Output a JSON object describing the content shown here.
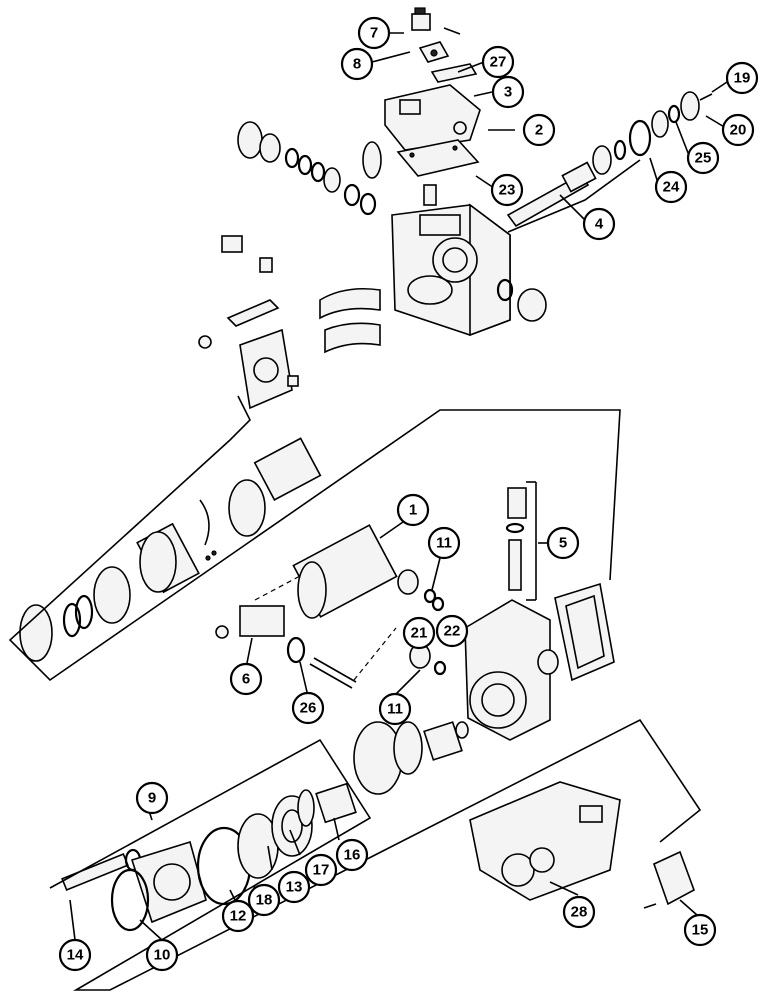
{
  "callouts": [
    {
      "id": "c1",
      "label": "1"
    },
    {
      "id": "c2",
      "label": "2"
    },
    {
      "id": "c3",
      "label": "3"
    },
    {
      "id": "c4",
      "label": "4"
    },
    {
      "id": "c5",
      "label": "5"
    },
    {
      "id": "c6",
      "label": "6"
    },
    {
      "id": "c7",
      "label": "7"
    },
    {
      "id": "c8",
      "label": "8"
    },
    {
      "id": "c9",
      "label": "9"
    },
    {
      "id": "c10",
      "label": "10"
    },
    {
      "id": "c11a",
      "label": "11"
    },
    {
      "id": "c11b",
      "label": "11"
    },
    {
      "id": "c12",
      "label": "12"
    },
    {
      "id": "c13",
      "label": "13"
    },
    {
      "id": "c14",
      "label": "14"
    },
    {
      "id": "c15",
      "label": "15"
    },
    {
      "id": "c16",
      "label": "16"
    },
    {
      "id": "c17",
      "label": "17"
    },
    {
      "id": "c18",
      "label": "18"
    },
    {
      "id": "c19",
      "label": "19"
    },
    {
      "id": "c20",
      "label": "20"
    },
    {
      "id": "c21",
      "label": "21"
    },
    {
      "id": "c22",
      "label": "22"
    },
    {
      "id": "c23",
      "label": "23"
    },
    {
      "id": "c24",
      "label": "24"
    },
    {
      "id": "c25",
      "label": "25"
    },
    {
      "id": "c26",
      "label": "26"
    },
    {
      "id": "c27",
      "label": "27"
    },
    {
      "id": "c28",
      "label": "28"
    }
  ]
}
